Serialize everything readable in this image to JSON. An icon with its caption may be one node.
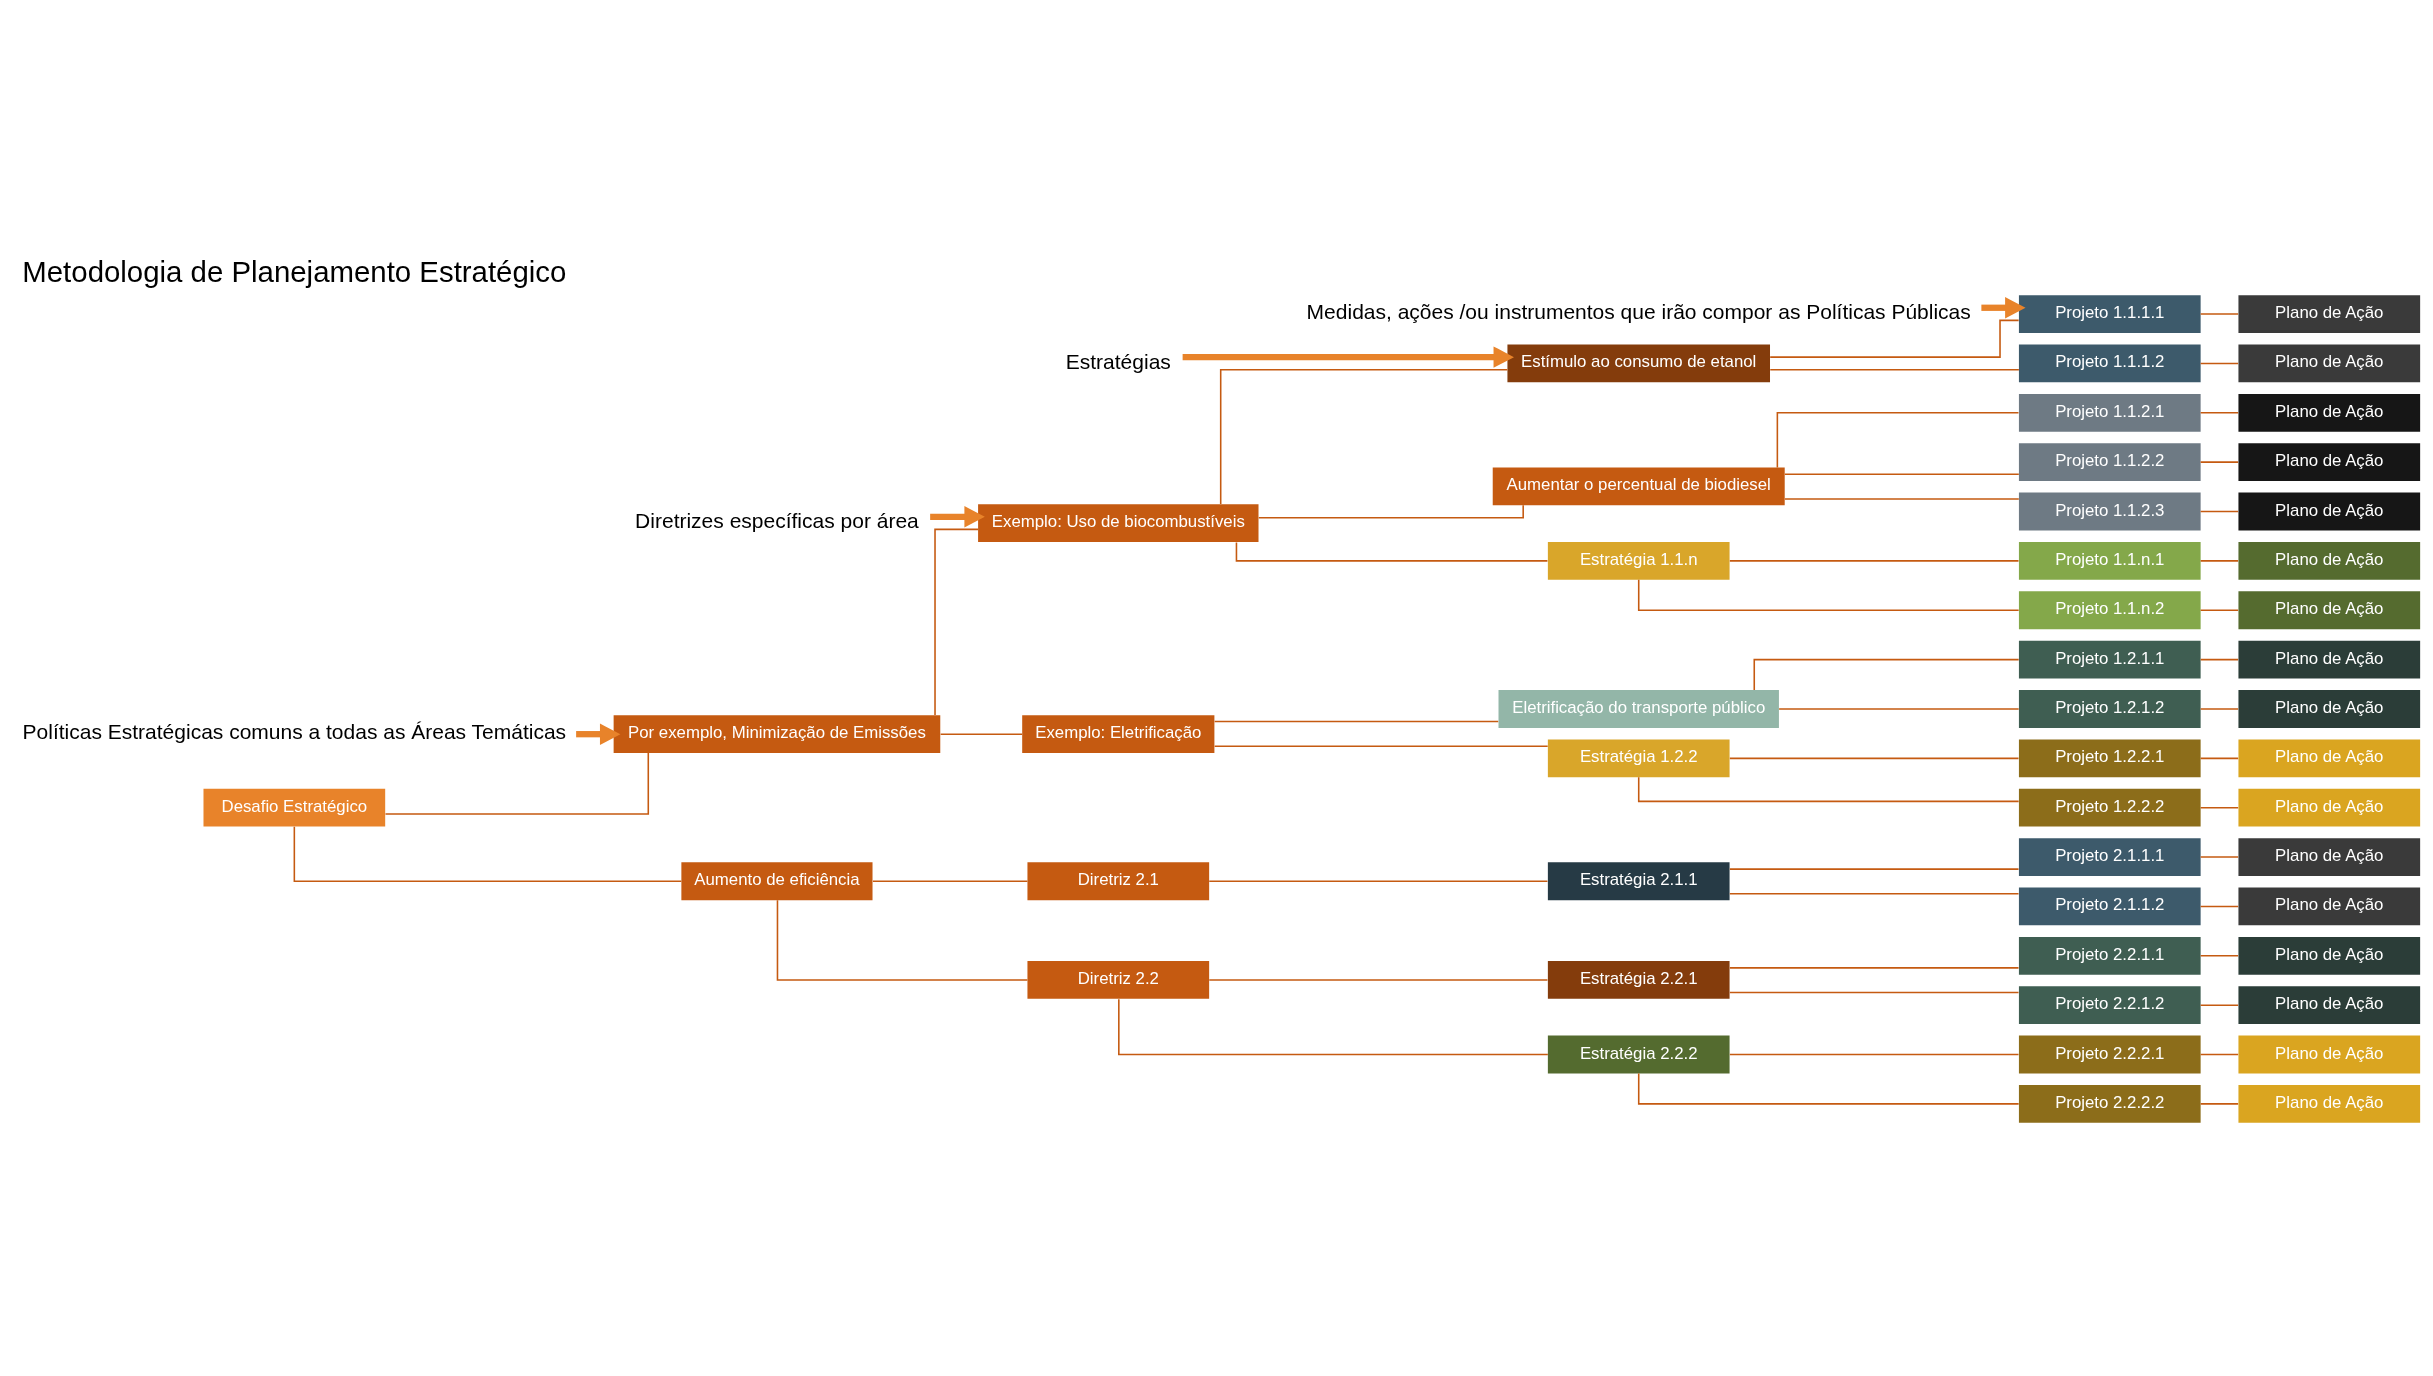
{
  "diagram": {
    "title": "Metodologia de Planejamento Estratégico",
    "nodes": [
      {
        "text": [
          "Desafio Estratégico"
        ]
      },
      {
        "text": [
          "Por exemplo, Minimização de Emissões"
        ]
      },
      {
        "text": [
          "Aumento de eficiência"
        ]
      },
      {
        "text": [
          "Exemplo: Uso de biocombustíveis"
        ]
      },
      {
        "text": [
          "Exemplo: Eletrificação"
        ]
      },
      {
        "text": [
          "Diretriz 2.1"
        ]
      },
      {
        "text": [
          "Diretriz 2.2"
        ]
      },
      {
        "text": [
          "Estímulo ao consumo de etanol"
        ]
      },
      {
        "text": [
          "Aumentar o percentual de biodiesel"
        ]
      },
      {
        "text": [
          "Estratégia 1.1.n"
        ]
      },
      {
        "text": [
          "Eletrificação do transporte público"
        ]
      },
      {
        "text": [
          "Estratégia 1.2.2"
        ]
      },
      {
        "text": [
          "Estratégia 2.1.1"
        ]
      },
      {
        "text": [
          "Estratégia 2.2.1"
        ]
      },
      {
        "text": [
          "Estratégia 2.2.2"
        ]
      },
      {
        "text": [
          "Projeto 1.1.1.1"
        ]
      },
      {
        "text": [
          "Projeto 1.1.1.2"
        ]
      },
      {
        "text": [
          "Projeto 1.1.2.1"
        ]
      },
      {
        "text": [
          "Projeto 1.1.2.2"
        ]
      },
      {
        "text": [
          "Projeto 1.1.2.3"
        ]
      },
      {
        "text": [
          "Projeto 1.1.n.1"
        ]
      },
      {
        "text": [
          "Projeto 1.1.n.2"
        ]
      },
      {
        "text": [
          "Projeto 1.2.1.1"
        ]
      },
      {
        "text": [
          "Projeto 1.2.1.2"
        ]
      },
      {
        "text": [
          "Projeto 1.2.2.1"
        ]
      },
      {
        "text": [
          "Projeto 1.2.2.2"
        ]
      },
      {
        "text": [
          "Projeto 2.1.1.1"
        ]
      },
      {
        "text": [
          "Projeto 2.1.1.2"
        ]
      },
      {
        "text": [
          "Projeto 2.2.1.1"
        ]
      },
      {
        "text": [
          "Projeto 2.2.1.2"
        ]
      },
      {
        "text": [
          "Projeto 2.2.2.1"
        ]
      },
      {
        "text": [
          "Projeto 2.2.2.2"
        ]
      },
      {
        "text": [
          "Plano de Ação"
        ]
      },
      {
        "text": [
          "Plano de Ação"
        ]
      },
      {
        "text": [
          "Plano de Ação"
        ]
      },
      {
        "text": [
          "Plano de Ação"
        ]
      },
      {
        "text": [
          "Plano de Ação"
        ]
      },
      {
        "text": [
          "Plano de Ação"
        ]
      },
      {
        "text": [
          "Plano de Ação"
        ]
      },
      {
        "text": [
          "Plano de Ação"
        ]
      },
      {
        "text": [
          "Plano de Ação"
        ]
      },
      {
        "text": [
          "Plano de Ação"
        ]
      },
      {
        "text": [
          "Plano de Ação"
        ]
      },
      {
        "text": [
          "Plano de Ação"
        ]
      },
      {
        "text": [
          "Plano de Ação"
        ]
      },
      {
        "text": [
          "Plano de Ação"
        ]
      },
      {
        "text": [
          "Plano de Ação"
        ]
      },
      {
        "text": [
          "Plano de Ação"
        ]
      },
      {
        "text": [
          "Plano de Ação"
        ]
      },
      {
        "text": [
          "Políticas Estratégicas comuns a todas as Áreas Temáticas"
        ]
      },
      {
        "text": [
          "Diretrizes específicas por área"
        ]
      },
      {
        "text": [
          "Estratégias"
        ]
      },
      {
        "text": [
          "Medidas, ações /ou instrumentos que irão compor as Políticas Públicas"
        ]
      }
    ],
    "edges": [
      {
        "from": 0,
        "to": 1,
        "arrow": "none"
      },
      {
        "from": 0,
        "to": 2,
        "arrow": "none"
      },
      {
        "from": 1,
        "to": 3,
        "arrow": "none"
      },
      {
        "from": 1,
        "to": 4,
        "arrow": "none"
      },
      {
        "from": 2,
        "to": 5,
        "arrow": "none"
      },
      {
        "from": 2,
        "to": 6,
        "arrow": "none"
      },
      {
        "from": 3,
        "to": 7,
        "arrow": "none"
      },
      {
        "from": 3,
        "to": 8,
        "arrow": "none"
      },
      {
        "from": 3,
        "to": 9,
        "arrow": "none"
      },
      {
        "from": 4,
        "to": 10,
        "arrow": "none"
      },
      {
        "from": 4,
        "to": 11,
        "arrow": "none"
      },
      {
        "from": 5,
        "to": 12,
        "arrow": "none"
      },
      {
        "from": 6,
        "to": 13,
        "arrow": "none"
      },
      {
        "from": 6,
        "to": 14,
        "arrow": "none"
      },
      {
        "from": 7,
        "to": 15,
        "arrow": "none"
      },
      {
        "from": 7,
        "to": 16,
        "arrow": "none"
      },
      {
        "from": 8,
        "to": 17,
        "arrow": "none"
      },
      {
        "from": 8,
        "to": 18,
        "arrow": "none"
      },
      {
        "from": 8,
        "to": 19,
        "arrow": "none"
      },
      {
        "from": 9,
        "to": 20,
        "arrow": "none"
      },
      {
        "from": 9,
        "to": 21,
        "arrow": "none"
      },
      {
        "from": 10,
        "to": 22,
        "arrow": "none"
      },
      {
        "from": 10,
        "to": 23,
        "arrow": "none"
      },
      {
        "from": 11,
        "to": 24,
        "arrow": "none"
      },
      {
        "from": 11,
        "to": 25,
        "arrow": "none"
      },
      {
        "from": 12,
        "to": 26,
        "arrow": "none"
      },
      {
        "from": 12,
        "to": 27,
        "arrow": "none"
      },
      {
        "from": 13,
        "to": 28,
        "arrow": "none"
      },
      {
        "from": 13,
        "to": 29,
        "arrow": "none"
      },
      {
        "from": 14,
        "to": 30,
        "arrow": "none"
      },
      {
        "from": 14,
        "to": 31,
        "arrow": "none"
      },
      {
        "from": 15,
        "to": 32,
        "arrow": "none"
      },
      {
        "from": 16,
        "to": 33,
        "arrow": "none"
      },
      {
        "from": 17,
        "to": 34,
        "arrow": "none"
      },
      {
        "from": 18,
        "to": 35,
        "arrow": "none"
      },
      {
        "from": 19,
        "to": 36,
        "arrow": "none"
      },
      {
        "from": 20,
        "to": 37,
        "arrow": "none"
      },
      {
        "from": 21,
        "to": 38,
        "arrow": "none"
      },
      {
        "from": 22,
        "to": 39,
        "arrow": "none"
      },
      {
        "from": 23,
        "to": 40,
        "arrow": "none"
      },
      {
        "from": 24,
        "to": 41,
        "arrow": "none"
      },
      {
        "from": 25,
        "to": 42,
        "arrow": "none"
      },
      {
        "from": 26,
        "to": 43,
        "arrow": "none"
      },
      {
        "from": 27,
        "to": 44,
        "arrow": "none"
      },
      {
        "from": 28,
        "to": 45,
        "arrow": "none"
      },
      {
        "from": 29,
        "to": 46,
        "arrow": "none"
      },
      {
        "from": 30,
        "to": 47,
        "arrow": "none"
      },
      {
        "from": 31,
        "to": 48,
        "arrow": "none"
      },
      {
        "from": 49,
        "to": 1,
        "arrow": "to",
        "style": "thick",
        "color": "#e8832a"
      },
      {
        "from": 50,
        "to": 3,
        "arrow": "to",
        "style": "thick",
        "color": "#e8832a"
      },
      {
        "from": 51,
        "to": 7,
        "arrow": "to",
        "style": "thick",
        "color": "#e8832a"
      },
      {
        "from": 52,
        "to": 15,
        "arrow": "to",
        "style": "thick",
        "color": "#e8832a"
      }
    ]
  }
}
